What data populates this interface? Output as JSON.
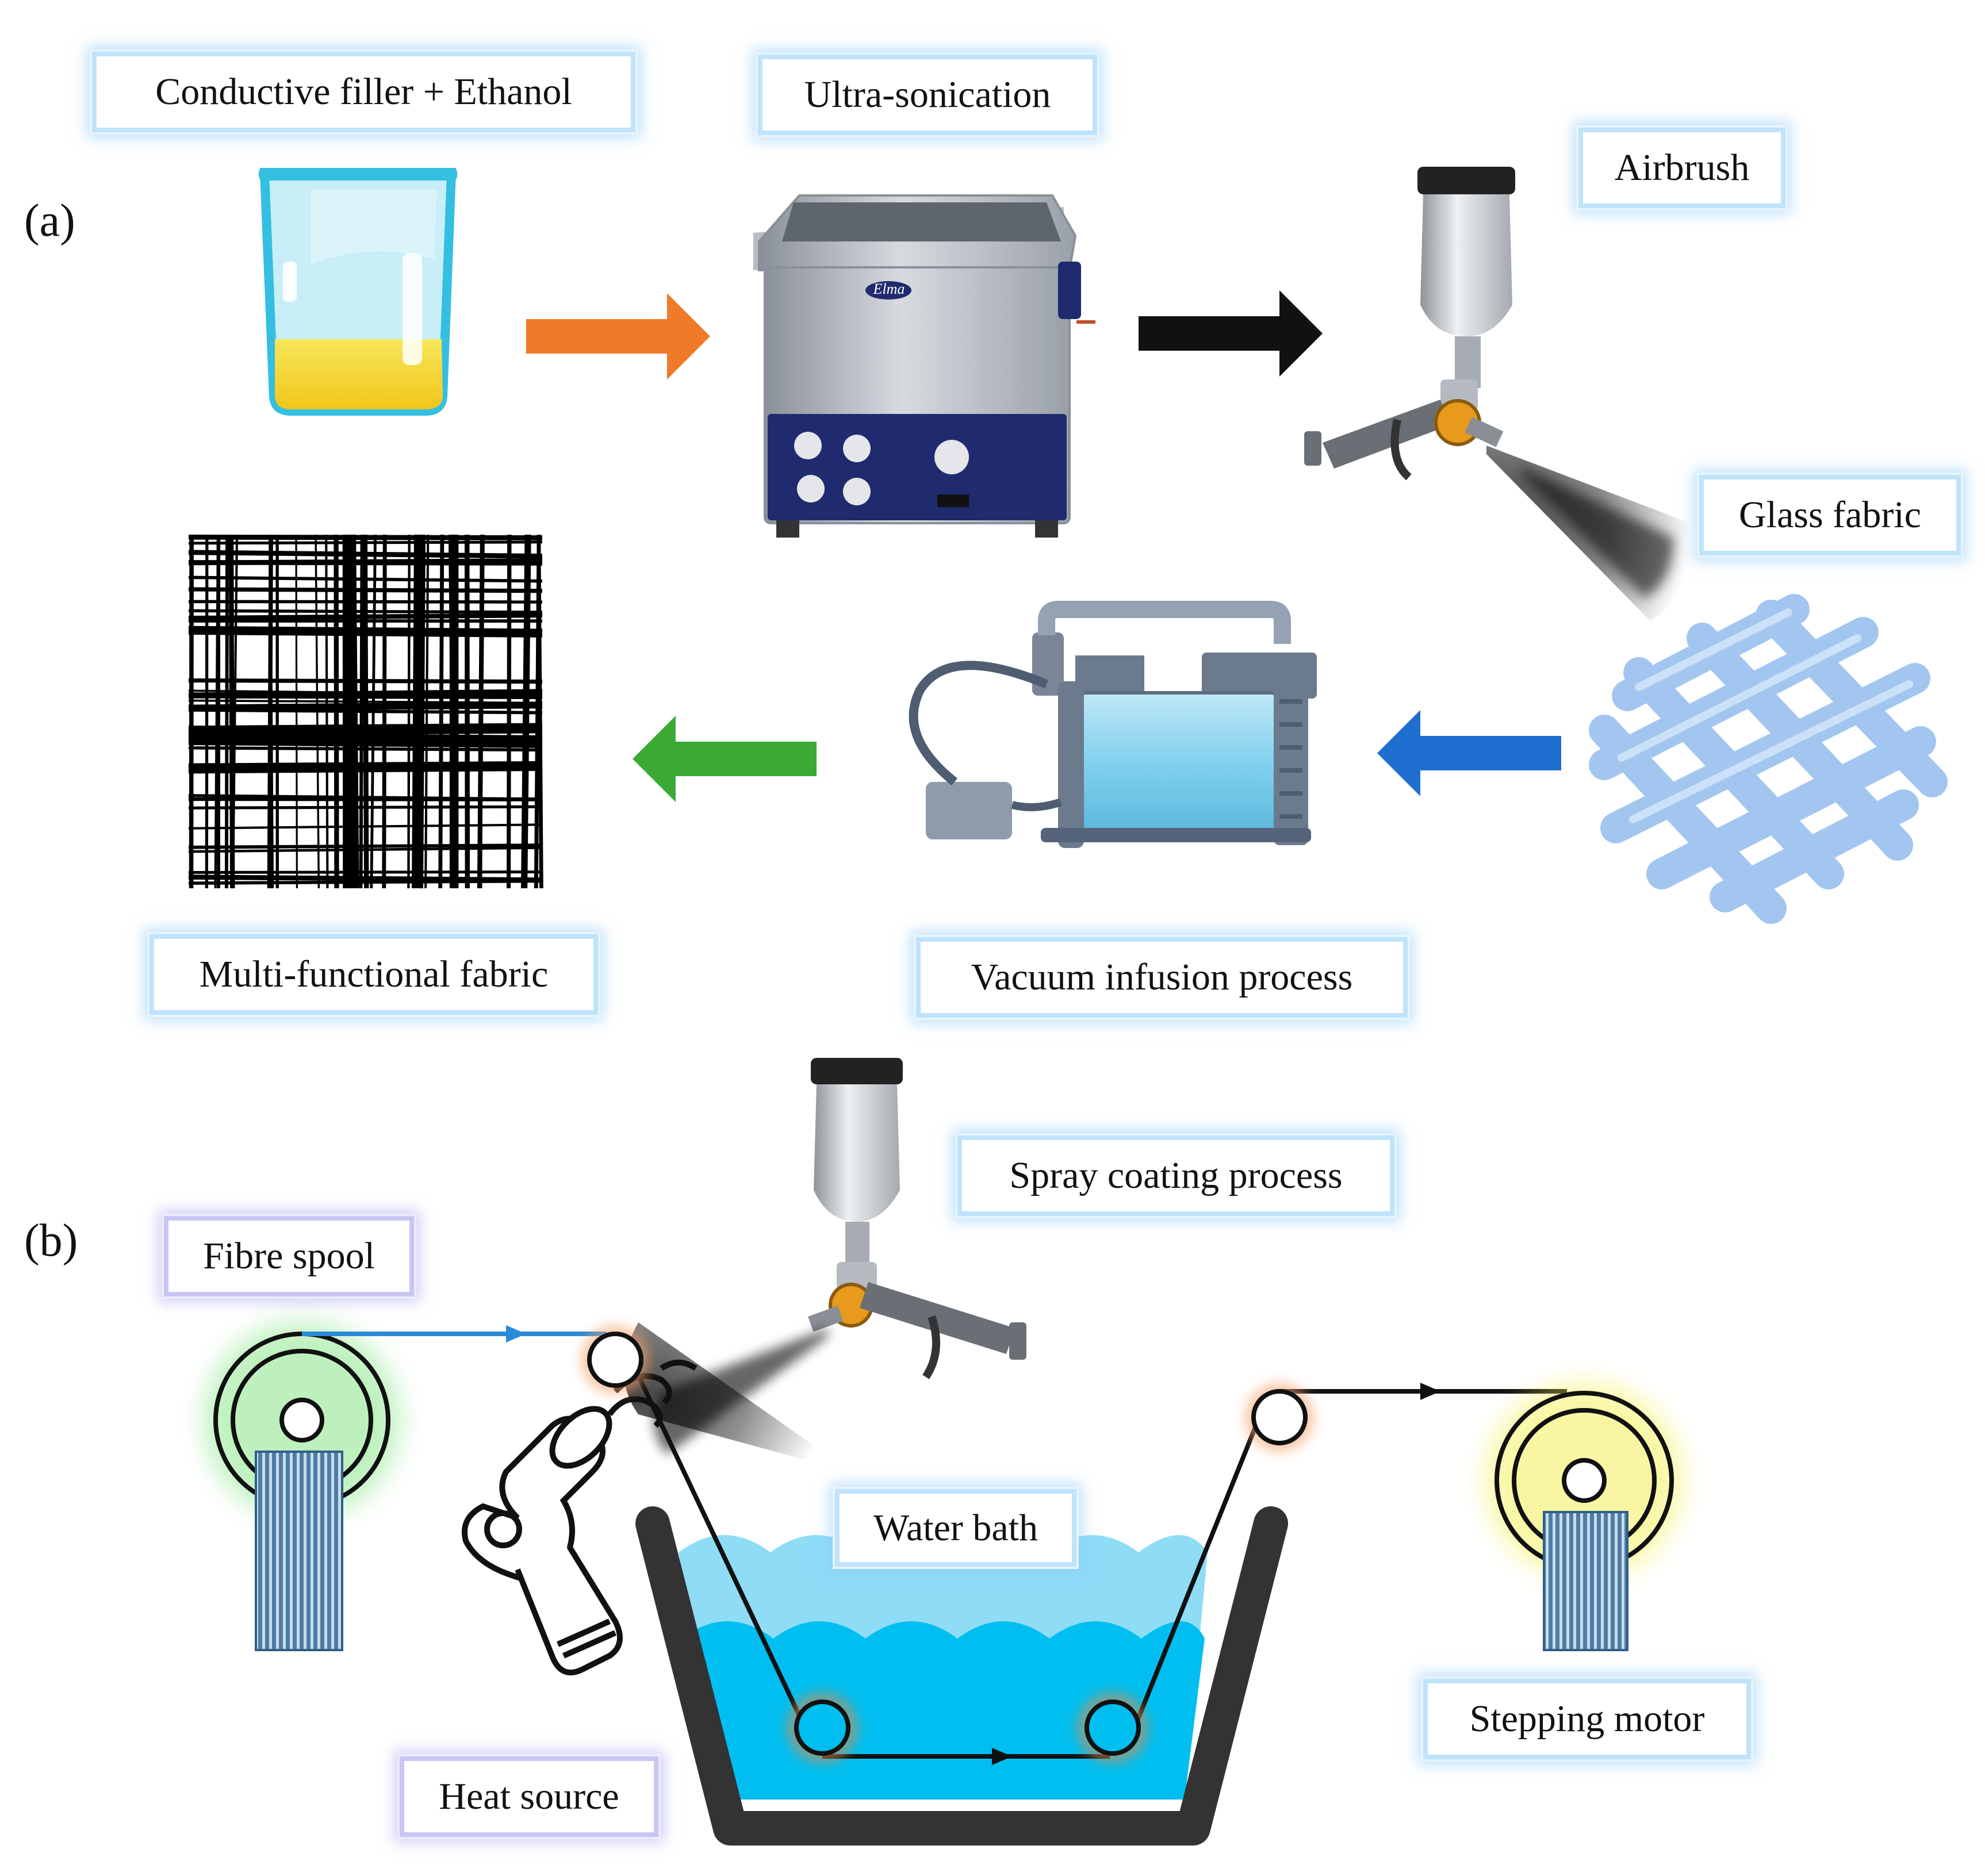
{
  "panels": {
    "a": "(a)",
    "b": "(b)"
  },
  "labels": {
    "conductive_filler": "Conductive filler + Ethanol",
    "ultrasonication": "Ultra-sonication",
    "airbrush": "Airbrush",
    "glass_fabric": "Glass fabric",
    "vacuum_infusion": "Vacuum infusion process",
    "multifunctional_fabric": "Multi-functional  fabric",
    "spray_coating": "Spray coating process",
    "fibre_spool": "Fibre spool",
    "water_bath": "Water bath",
    "heat_source": "Heat source",
    "stepping_motor": "Stepping motor"
  },
  "device_brand": "Elma",
  "colors": {
    "arrow_1": "#f07a2a",
    "arrow_2": "#111111",
    "arrow_3": "#1f6fd1",
    "arrow_4": "#3aaa35",
    "fibre_path_incoming": "#2a8ad8",
    "fibre_path": "#111111",
    "water": "#00bff0",
    "water_light": "#8fdcf7",
    "tank": "#333333",
    "spool_glow": "#6fe06f",
    "motor_glow": "#f2ef4a",
    "roller_glow": "#f6a36e"
  }
}
